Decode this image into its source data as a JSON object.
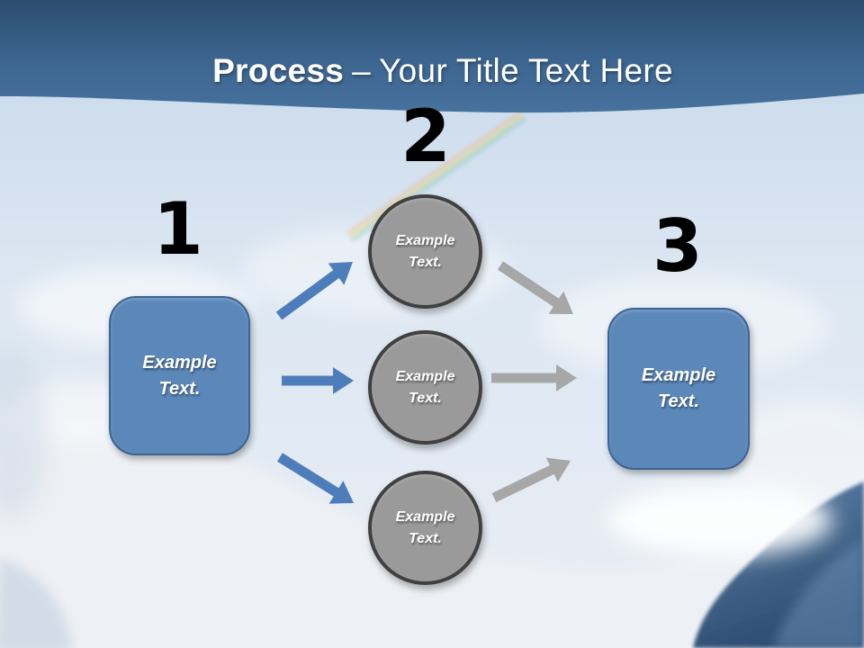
{
  "title": {
    "bold": "Process",
    "separator": "–",
    "rest": "Your Title Text Here"
  },
  "process": {
    "step1": {
      "number": "1",
      "label": "Example Text."
    },
    "step2": {
      "number": "2",
      "circles": [
        {
          "label": "Example Text."
        },
        {
          "label": "Example Text."
        },
        {
          "label": "Example Text."
        }
      ]
    },
    "step3": {
      "number": "3",
      "label": "Example Text."
    }
  },
  "colors": {
    "band-blue": "#3c6590",
    "box-fill": "#5b87b9",
    "box-border": "#3a6394",
    "circle-fill": "#9a9a9a",
    "circle-border": "#404040",
    "arrow-blue": "#4d7dba",
    "arrow-gray": "#a7a7a7",
    "number-color": "#000000",
    "title-color": "#ffffff"
  }
}
